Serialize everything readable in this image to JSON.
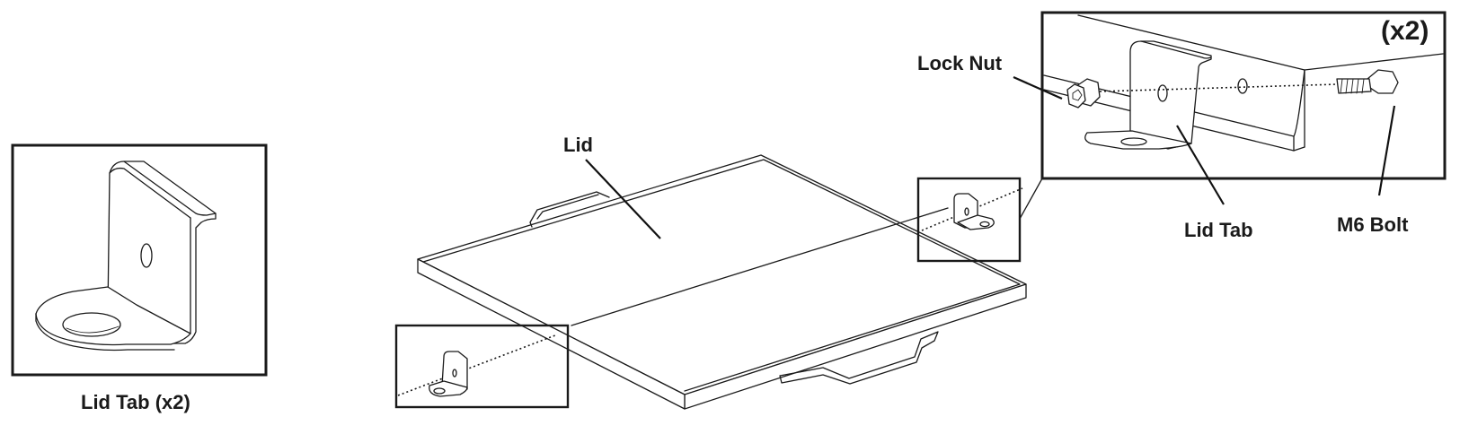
{
  "labels": {
    "lid_tab_x2": "Lid Tab (x2)",
    "lid": "Lid",
    "lock_nut": "Lock Nut",
    "lid_tab": "Lid Tab",
    "m6_bolt": "M6 Bolt",
    "x2": "(x2)"
  }
}
